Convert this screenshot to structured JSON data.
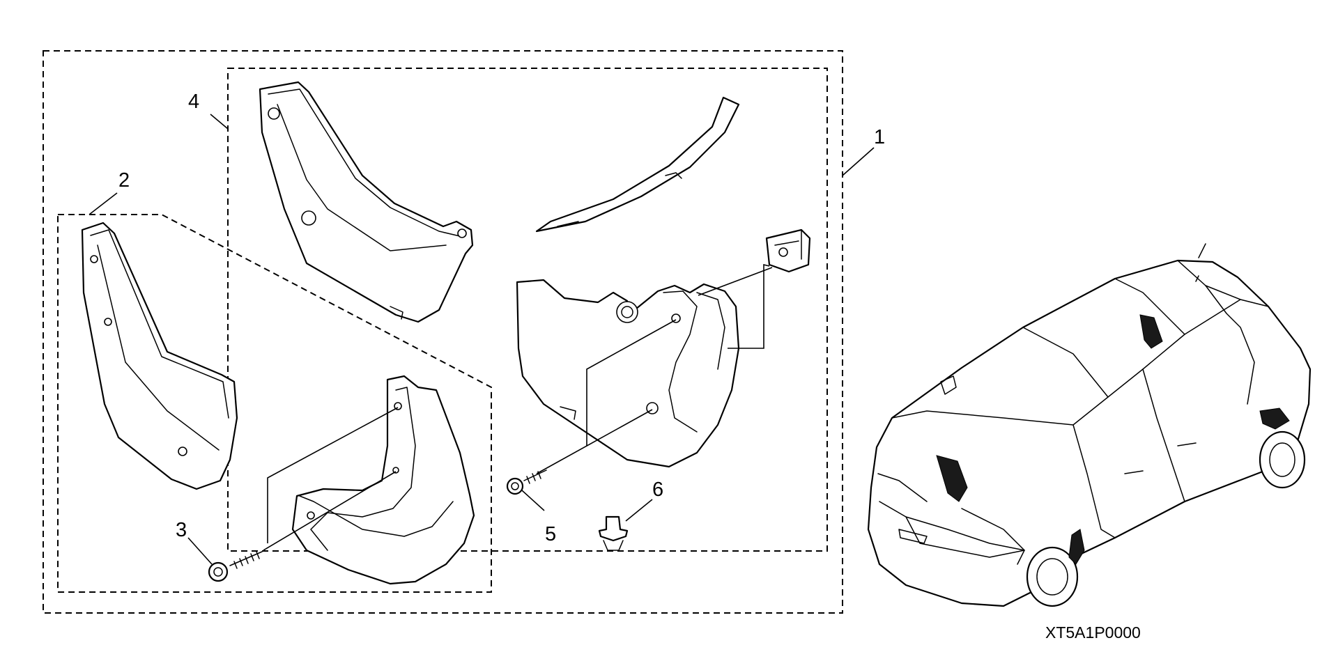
{
  "callouts": {
    "c1": "1",
    "c2": "2",
    "c3": "3",
    "c4": "4",
    "c5": "5",
    "c6": "6"
  },
  "diagram_code": "XT5A1P0000"
}
